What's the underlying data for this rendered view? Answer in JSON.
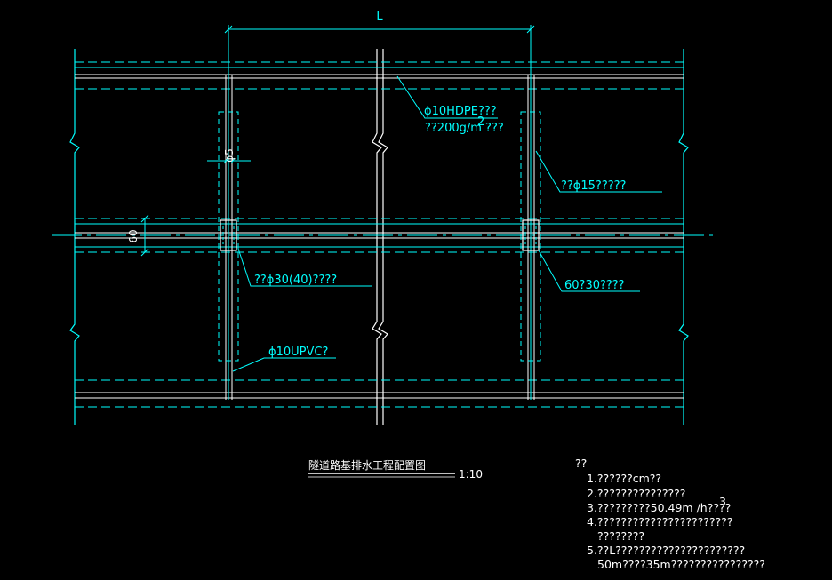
{
  "colors": {
    "background": "#000000",
    "cyan": "#00ffff",
    "white": "#ffffff"
  },
  "dimensions": {
    "top": "L",
    "width_small": "φ5",
    "side": "60"
  },
  "labels": {
    "hdpe_line1": "ϕ10HDPE???",
    "hdpe_line2": "??200g/m  ???",
    "hdpe_sup": "2",
    "phi15": "??ϕ15?????",
    "phi30": "??ϕ30(40)????",
    "sixty": "60?30????",
    "upvc": "ϕ10UPVC?"
  },
  "title": {
    "text": "隧道路基排水工程配置图",
    "scale": "1:10"
  },
  "notes": {
    "heading": "??",
    "items": [
      "1.??????cm??",
      "2.???????????????",
      "3.?????????50.49m  /h????",
      "4.???????????????????????",
      "????????",
      "5.??L??????????????????????",
      "50m????35m????????????????"
    ],
    "item3_sup": "3"
  }
}
